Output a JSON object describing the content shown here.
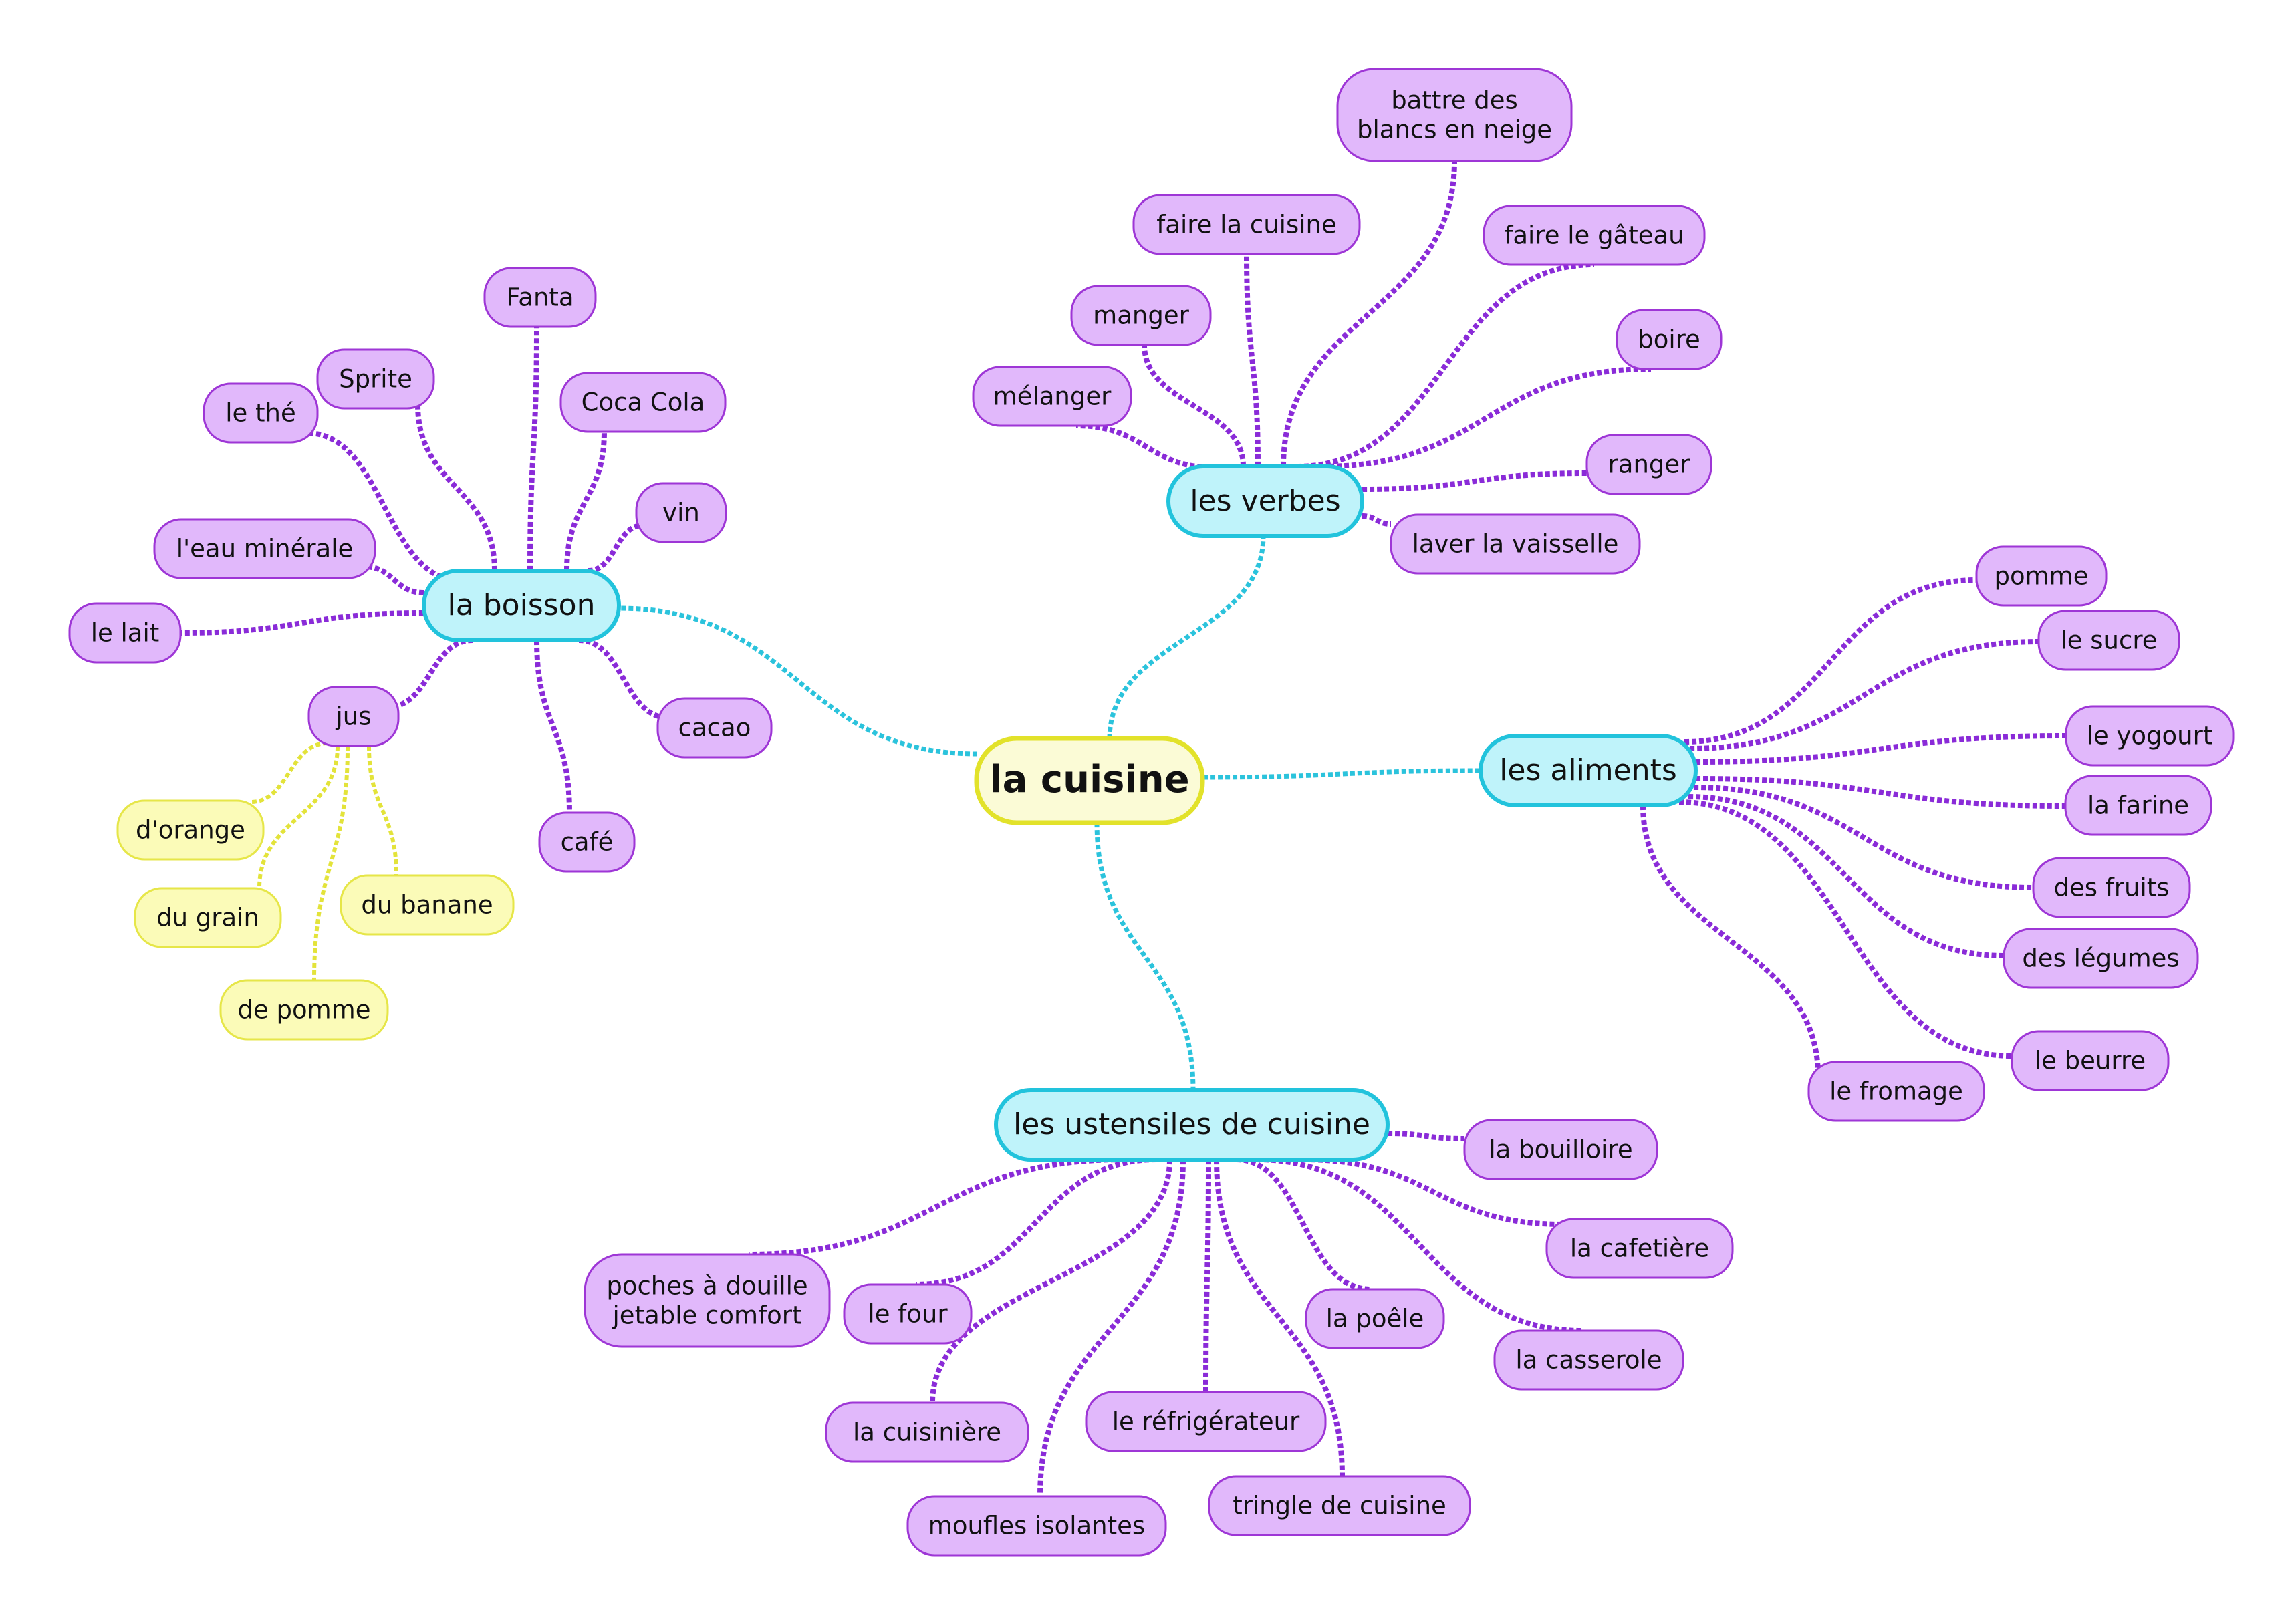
{
  "colors": {
    "background": "#ffffff",
    "central_fill": "#fbfbd6",
    "central_stroke": "#e2e22a",
    "topic_fill": "#bff3fa",
    "topic_stroke": "#22c3dc",
    "leaf_fill": "#e1b8fb",
    "leaf_stroke": "#9e36d6",
    "juice_fill": "#fbfbb8",
    "juice_stroke": "#e6e648",
    "main_line": "#2bc3dc",
    "leaf_line": "#8a2bd8",
    "juice_line": "#e3e33a"
  },
  "central": "la cuisine",
  "topics": {
    "boisson": "la boisson",
    "verbes": "les verbes",
    "aliments": "les aliments",
    "ustensiles": "les ustensiles de cuisine"
  },
  "boisson_items": {
    "fanta": "Fanta",
    "sprite": "Sprite",
    "the": "le thé",
    "coca": "Coca Cola",
    "vin": "vin",
    "eau": "l'eau minérale",
    "lait": "le lait",
    "jus": "jus",
    "cacao": "cacao",
    "cafe": "café"
  },
  "jus_items": {
    "orange": "d'orange",
    "grain": "du grain",
    "banane": "du banane",
    "pomme": "de pomme"
  },
  "verbes_items": {
    "battre": [
      "battre des",
      "blancs en neige"
    ],
    "faire_cuisine": "faire la cuisine",
    "faire_gateau": "faire le gâteau",
    "manger": "manger",
    "boire": "boire",
    "melanger": "mélanger",
    "ranger": "ranger",
    "laver": "laver la vaisselle"
  },
  "aliments_items": {
    "pomme": "pomme",
    "sucre": "le sucre",
    "yogourt": "le yogourt",
    "farine": "la farine",
    "fruits": "des fruits",
    "legumes": "des légumes",
    "beurre": "le beurre",
    "fromage": "le fromage"
  },
  "ustensiles_items": {
    "bouilloire": "la bouilloire",
    "cafetiere": "la cafetière",
    "poches": [
      "poches à douille",
      "jetable comfort"
    ],
    "four": "le four",
    "poele": "la poêle",
    "casserole": "la casserole",
    "cuisiniere": "la cuisinière",
    "refrigerateur": "le réfrigérateur",
    "moufles": "moufles isolantes",
    "tringle": "tringle de cuisine"
  }
}
